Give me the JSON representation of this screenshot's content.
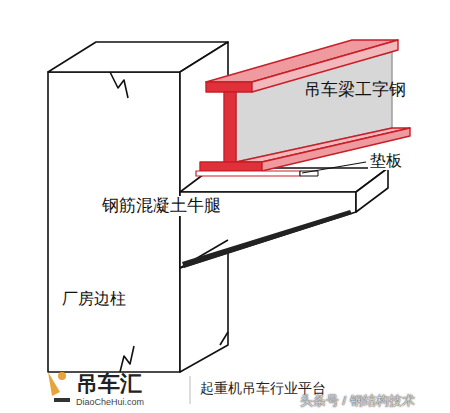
{
  "diagram": {
    "labels": [
      "吊车梁工字钢",
      "垫板",
      "钢筋混凝土牛腿",
      "厂房边柱",
      "吊车汇",
      "DiaoCheHui.com",
      "起重机吊车行业平台",
      "头条号 / 钢结构技术"
    ]
  }
}
